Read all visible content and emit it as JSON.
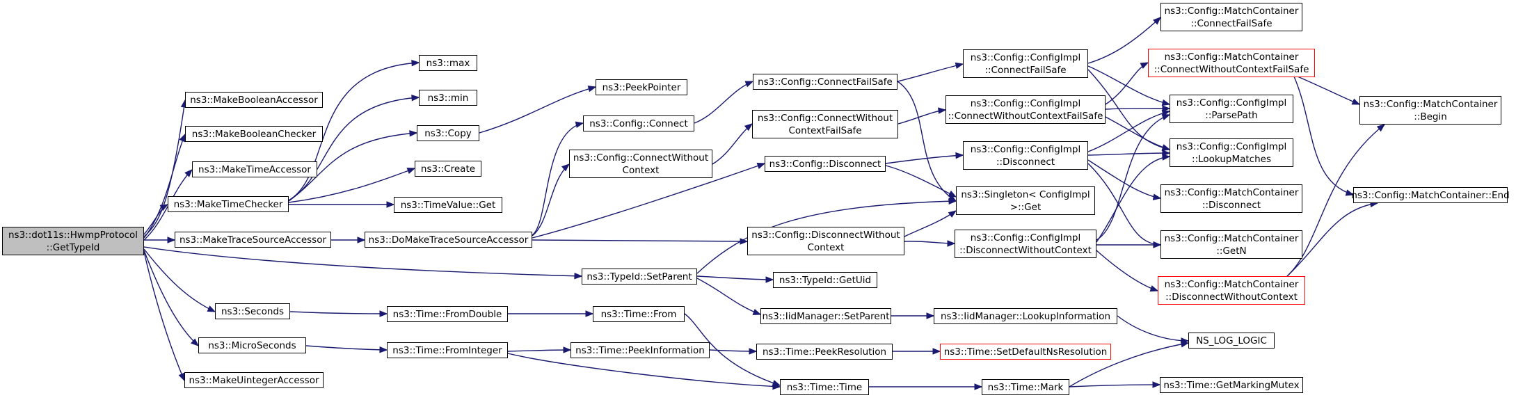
{
  "colors": {
    "edge": "#191970",
    "root_fill": "#bfbfbf",
    "truncated_border": "#ff0000"
  },
  "nodes": {
    "root": [
      "ns3::dot11s::HwmpProtocol",
      "::GetTypeId"
    ],
    "make_boolean_accessor": [
      "ns3::MakeBooleanAccessor"
    ],
    "make_boolean_checker": [
      "ns3::MakeBooleanChecker"
    ],
    "make_time_accessor": [
      "ns3::MakeTimeAccessor"
    ],
    "make_time_checker": [
      "ns3::MakeTimeChecker"
    ],
    "make_trace_source_accessor": [
      "ns3::MakeTraceSourceAccessor"
    ],
    "seconds": [
      "ns3::Seconds"
    ],
    "micro_seconds": [
      "ns3::MicroSeconds"
    ],
    "make_uinteger_accessor": [
      "ns3::MakeUintegerAccessor"
    ],
    "max": [
      "ns3::max"
    ],
    "min": [
      "ns3::min"
    ],
    "copy": [
      "ns3::Copy"
    ],
    "create": [
      "ns3::Create"
    ],
    "time_value_get": [
      "ns3::TimeValue::Get"
    ],
    "do_make_trace_source_accessor": [
      "ns3::DoMakeTraceSourceAccessor"
    ],
    "time_from_double": [
      "ns3::Time::FromDouble"
    ],
    "time_from_integer": [
      "ns3::Time::FromInteger"
    ],
    "peek_pointer": [
      "ns3::PeekPointer"
    ],
    "config_connect": [
      "ns3::Config::Connect"
    ],
    "config_connect_without_context": [
      "ns3::Config::ConnectWithout",
      "Context"
    ],
    "typeid_set_parent": [
      "ns3::TypeId::SetParent"
    ],
    "time_from": [
      "ns3::Time::From"
    ],
    "time_peek_information": [
      "ns3::Time::PeekInformation"
    ],
    "config_connect_fail_safe": [
      "ns3::Config::ConnectFailSafe"
    ],
    "config_connect_without_context_fail_safe": [
      "ns3::Config::ConnectWithout",
      "ContextFailSafe"
    ],
    "config_disconnect": [
      "ns3::Config::Disconnect"
    ],
    "config_disconnect_without_context": [
      "ns3::Config::DisconnectWithout",
      "Context"
    ],
    "typeid_get_uid": [
      "ns3::TypeId::GetUid"
    ],
    "iid_manager_set_parent": [
      "ns3::IidManager::SetParent"
    ],
    "time_peek_resolution": [
      "ns3::Time::PeekResolution"
    ],
    "time_time": [
      "ns3::Time::Time"
    ],
    "impl_connect_fail_safe": [
      "ns3::Config::ConfigImpl",
      "::ConnectFailSafe"
    ],
    "impl_connect_without_context_fail_safe": [
      "ns3::Config::ConfigImpl",
      "::ConnectWithoutContextFailSafe"
    ],
    "impl_disconnect": [
      "ns3::Config::ConfigImpl",
      "::Disconnect"
    ],
    "singleton_get": [
      "ns3::Singleton< ConfigImpl",
      " >::Get"
    ],
    "impl_disconnect_without_context": [
      "ns3::Config::ConfigImpl",
      "::DisconnectWithoutContext"
    ],
    "iid_manager_lookup_information": [
      "ns3::IidManager::LookupInformation"
    ],
    "time_set_default_ns_resolution": [
      "ns3::Time::SetDefaultNsResolution"
    ],
    "time_mark": [
      "ns3::Time::Mark"
    ],
    "mc_connect_fail_safe": [
      "ns3::Config::MatchContainer",
      "::ConnectFailSafe"
    ],
    "mc_connect_without_context_fail_safe": [
      "ns3::Config::MatchContainer",
      "::ConnectWithoutContextFailSafe"
    ],
    "impl_parse_path": [
      "ns3::Config::ConfigImpl",
      "::ParsePath"
    ],
    "impl_lookup_matches": [
      "ns3::Config::ConfigImpl",
      "::LookupMatches"
    ],
    "mc_disconnect": [
      "ns3::Config::MatchContainer",
      "::Disconnect"
    ],
    "mc_get_n": [
      "ns3::Config::MatchContainer",
      "::GetN"
    ],
    "mc_disconnect_without_context": [
      "ns3::Config::MatchContainer",
      "::DisconnectWithoutContext"
    ],
    "ns_log_logic": [
      "NS_LOG_LOGIC"
    ],
    "time_get_marking_mutex": [
      "ns3::Time::GetMarkingMutex"
    ],
    "mc_begin": [
      "ns3::Config::MatchContainer",
      "::Begin"
    ],
    "mc_end": [
      "ns3::Config::MatchContainer::End"
    ]
  }
}
